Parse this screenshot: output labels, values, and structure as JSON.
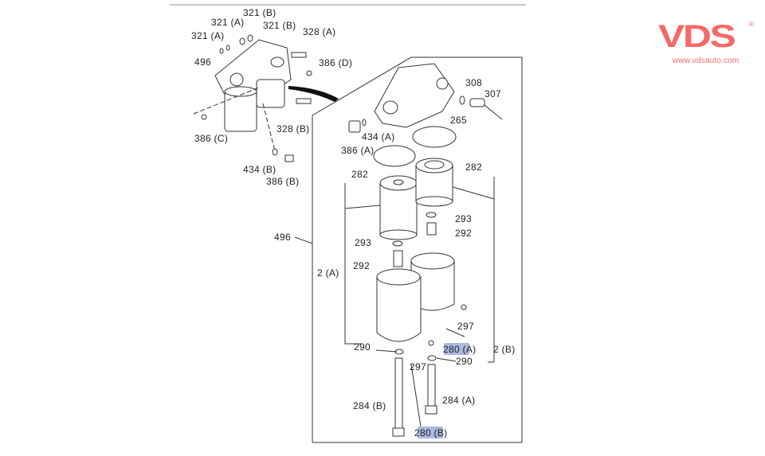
{
  "logo": {
    "mark": "VDS",
    "registered": "®",
    "url": "www.vdsauto.com",
    "color": "#f46a6a"
  },
  "highlight_color": "#a9b8de",
  "callouts": {
    "c321a_1": "321 (A)",
    "c321a_2": "321 (A)",
    "c321b_1": "321 (B)",
    "c321b_2": "321 (B)",
    "c328a": "328 (A)",
    "c496_top": "496",
    "c386d": "386 (D)",
    "c386c": "386 (C)",
    "c328b": "328 (B)",
    "c434b": "434 (B)",
    "c386b": "386 (B)",
    "c308": "308",
    "c307": "307",
    "c265": "265",
    "c434a": "434 (A)",
    "c386a": "386 (A)",
    "c282_left": "282",
    "c282_right": "282",
    "c293_right": "293",
    "c292_right": "292",
    "c496_main": "496",
    "c293_left": "293",
    "c292_left": "292",
    "c2a": "2 (A)",
    "c297_right": "297",
    "c280a": "280 (A)",
    "c2b": "2 (B)",
    "c290_left": "290",
    "c290_right": "290",
    "c297_left": "297",
    "c284b": "284 (B)",
    "c284a": "284 (A)",
    "c280b": "280 (B)"
  }
}
